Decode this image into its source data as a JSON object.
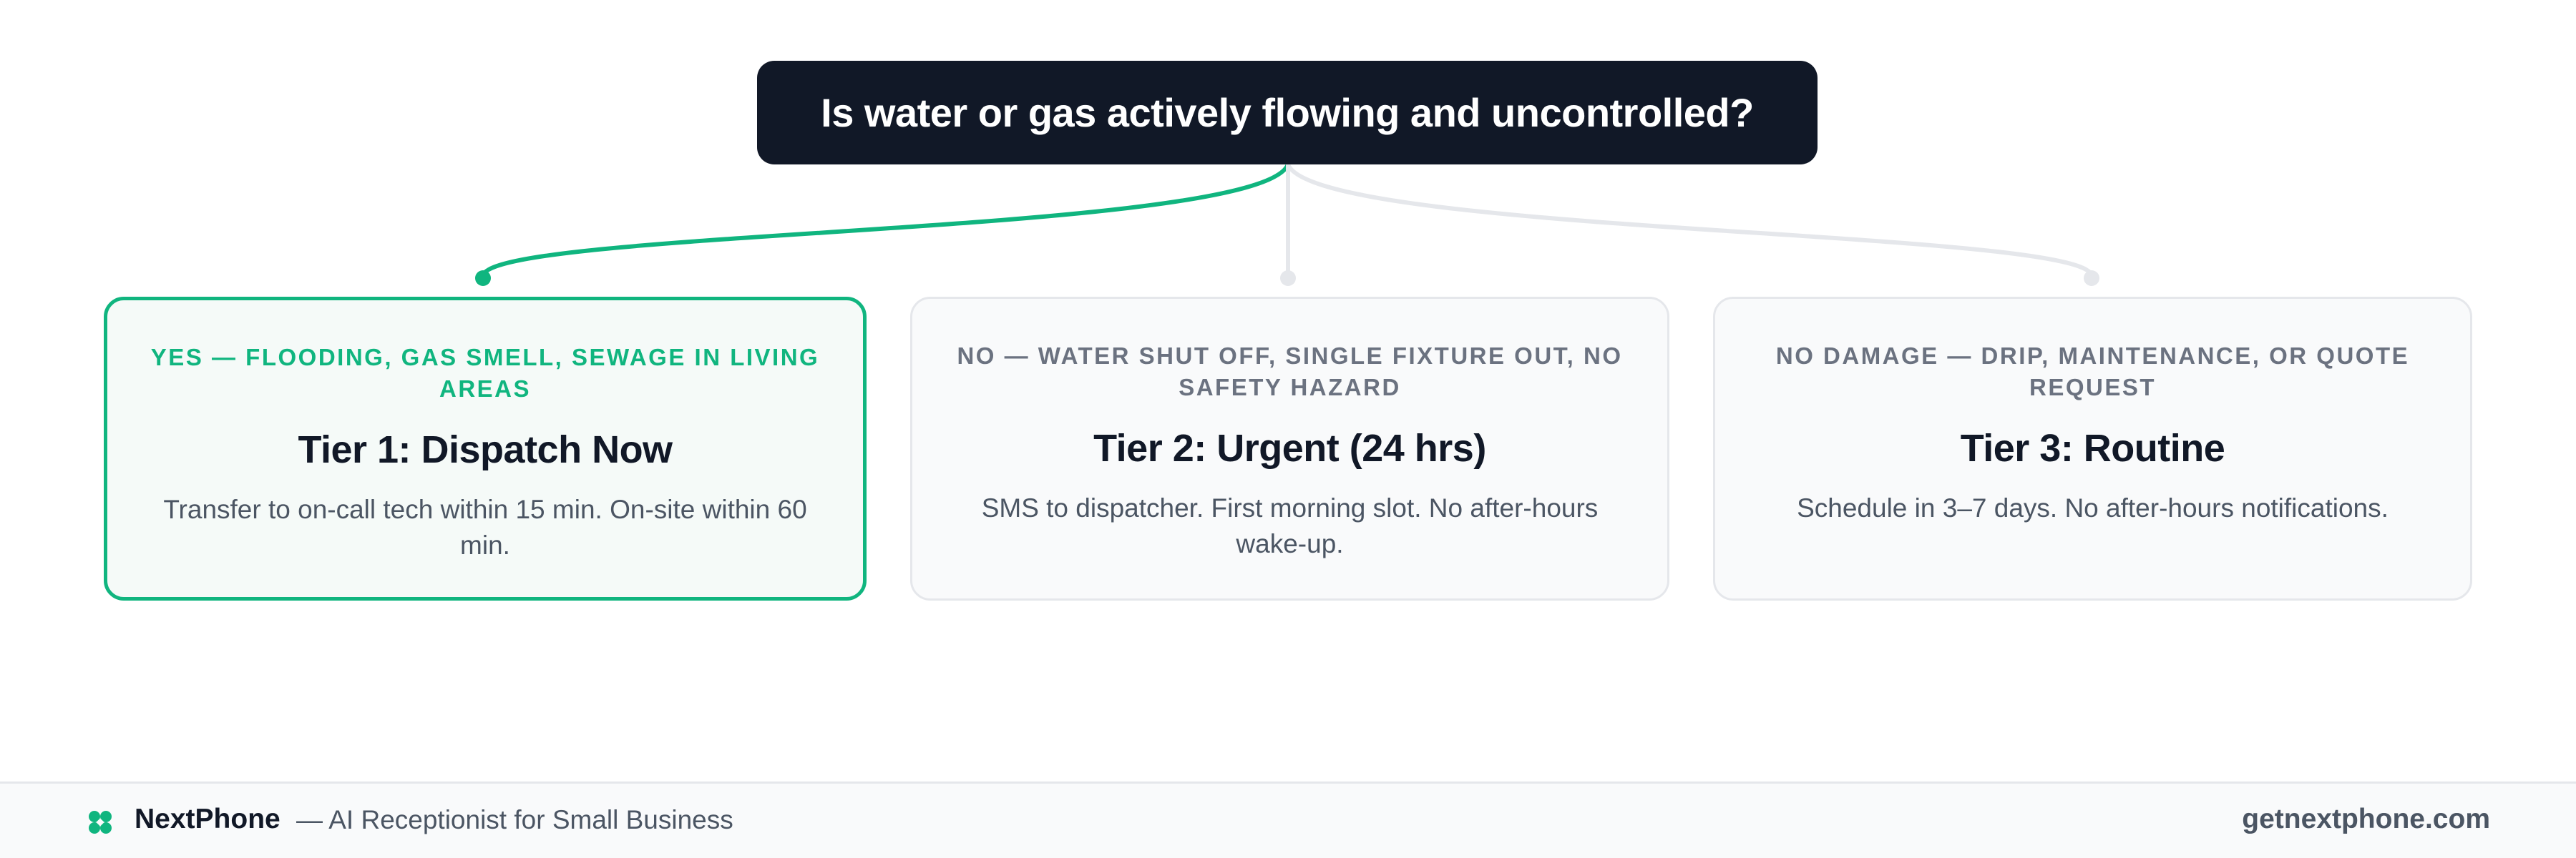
{
  "question": {
    "text": "Is water or gas actively flowing and uncontrolled?"
  },
  "branches": [
    {
      "kicker": "YES — FLOODING, GAS SMELL, SEWAGE IN LIVING AREAS",
      "title": "Tier 1: Dispatch Now",
      "description": "Transfer to on-call tech within 15 min. On-site within 60 min.",
      "highlighted": true
    },
    {
      "kicker": "NO — WATER SHUT OFF, SINGLE FIXTURE OUT, NO SAFETY HAZARD",
      "title": "Tier 2: Urgent (24 hrs)",
      "description": "SMS to dispatcher. First morning slot. No after-hours wake-up.",
      "highlighted": false
    },
    {
      "kicker": "NO DAMAGE — DRIP, MAINTENANCE, OR QUOTE REQUEST",
      "title": "Tier 3: Routine",
      "description": "Schedule in 3–7 days. No after-hours notifications.",
      "highlighted": false
    }
  ],
  "footer": {
    "brand": "NextPhone",
    "tagline": "— AI Receptionist for Small Business",
    "url": "getnextphone.com",
    "brand_icon": "clover-icon"
  },
  "colors": {
    "accent": "#10b57f",
    "dark": "#111827",
    "muted": "#6b7280",
    "connector_inactive": "#e5e7eb"
  }
}
